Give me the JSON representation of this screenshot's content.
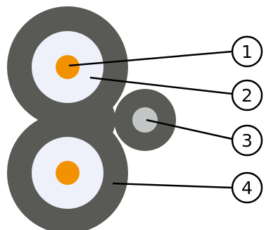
{
  "colors": {
    "jacket": "#595956",
    "insulation": "#eef0fa",
    "conductor": "#f39200",
    "drain_wire": "#c3c6c6",
    "leader": "#000000",
    "callout_border": "#000000",
    "callout_fill": "#ffffff"
  },
  "callouts": [
    {
      "label": "1",
      "target": "conductor-core"
    },
    {
      "label": "2",
      "target": "insulation-layer"
    },
    {
      "label": "3",
      "target": "drain-wire"
    },
    {
      "label": "4",
      "target": "outer-jacket"
    }
  ]
}
